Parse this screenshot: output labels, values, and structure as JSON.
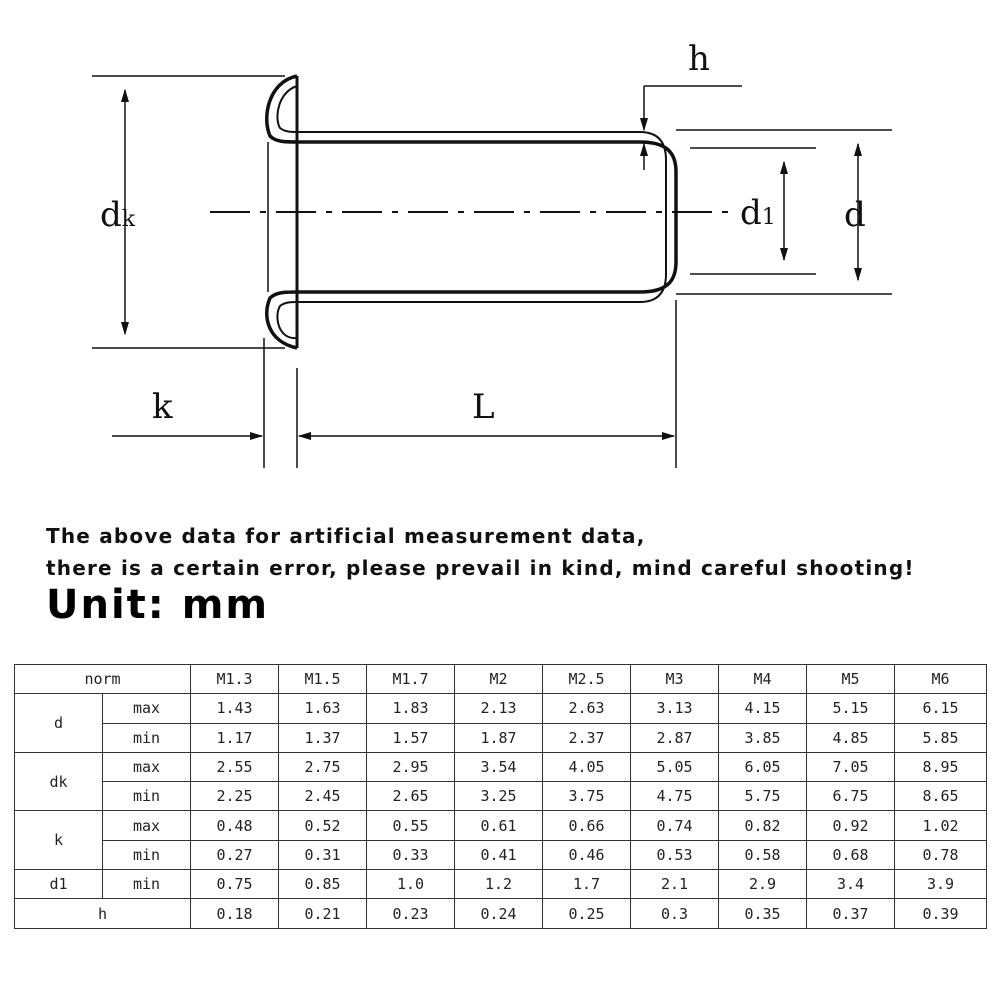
{
  "drawing": {
    "labels": {
      "dk_main": "d",
      "dk_sub": "k",
      "h": "h",
      "d1_main": "d",
      "d1_sub": "1",
      "d": "d",
      "k": "k",
      "L": "L"
    }
  },
  "note": {
    "line1": "The above data for artificial measurement data,",
    "line2": "there is a certain error, please prevail in kind, mind careful shooting!"
  },
  "unit_label": "Unit: mm",
  "table": {
    "norm_label": "norm",
    "sizes": [
      "M1.3",
      "M1.5",
      "M1.7",
      "M2",
      "M2.5",
      "M3",
      "M4",
      "M5",
      "M6"
    ],
    "rows": [
      {
        "param": "d",
        "limit": "max",
        "values": [
          "1.43",
          "1.63",
          "1.83",
          "2.13",
          "2.63",
          "3.13",
          "4.15",
          "5.15",
          "6.15"
        ]
      },
      {
        "param": "",
        "limit": "min",
        "values": [
          "1.17",
          "1.37",
          "1.57",
          "1.87",
          "2.37",
          "2.87",
          "3.85",
          "4.85",
          "5.85"
        ]
      },
      {
        "param": "dk",
        "limit": "max",
        "values": [
          "2.55",
          "2.75",
          "2.95",
          "3.54",
          "4.05",
          "5.05",
          "6.05",
          "7.05",
          "8.95"
        ]
      },
      {
        "param": "",
        "limit": "min",
        "values": [
          "2.25",
          "2.45",
          "2.65",
          "3.25",
          "3.75",
          "4.75",
          "5.75",
          "6.75",
          "8.65"
        ]
      },
      {
        "param": "k",
        "limit": "max",
        "values": [
          "0.48",
          "0.52",
          "0.55",
          "0.61",
          "0.66",
          "0.74",
          "0.82",
          "0.92",
          "1.02"
        ]
      },
      {
        "param": "",
        "limit": "min",
        "values": [
          "0.27",
          "0.31",
          "0.33",
          "0.41",
          "0.46",
          "0.53",
          "0.58",
          "0.68",
          "0.78"
        ]
      },
      {
        "param": "d1",
        "limit": "min",
        "values": [
          "0.75",
          "0.85",
          "1.0",
          "1.2",
          "1.7",
          "2.1",
          "2.9",
          "3.4",
          "3.9"
        ]
      },
      {
        "param": "h",
        "limit": "",
        "values": [
          "0.18",
          "0.21",
          "0.23",
          "0.24",
          "0.25",
          "0.3",
          "0.35",
          "0.37",
          "0.39"
        ]
      }
    ]
  }
}
